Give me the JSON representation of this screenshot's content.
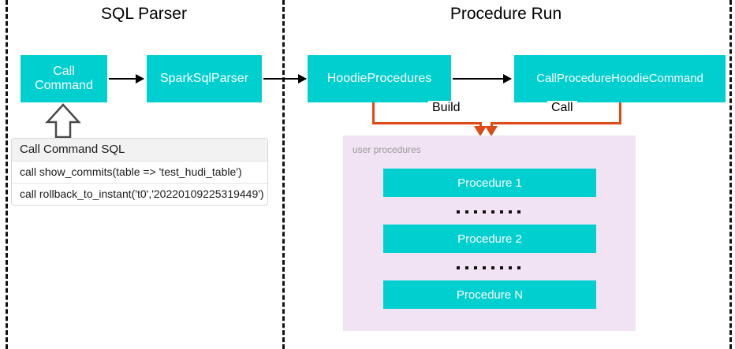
{
  "diagram": {
    "sections": [
      {
        "title": "SQL Parser"
      },
      {
        "title": "Procedure Run"
      }
    ],
    "nodes": {
      "call_command": "Call\nCommand",
      "call_command_line1": "Call",
      "call_command_line2": "Command",
      "spark_sql_parser": "SparkSqlParser",
      "hoodie_procedures": "HoodieProcedures",
      "call_procedure_hoodie_command": "CallProcedureHoodieCommand"
    },
    "edges": {
      "build_label": "Build",
      "call_label": "Call"
    },
    "sql_table": {
      "header": "Call Command SQL",
      "rows": [
        "call show_commits(table => 'test_hudi_table')",
        "call rollback_to_instant('t0','20220109225319449')"
      ]
    },
    "procedures_panel": {
      "label": "user procedures",
      "items": [
        "Procedure 1",
        "Procedure 2",
        "Procedure N"
      ],
      "ellipsis_dots": 8
    },
    "colors": {
      "node_fill": "#00CFCF",
      "node_text": "#FFFFFF",
      "panel_fill": "#F1E3F3",
      "edge_orange": "#DD4B17",
      "edge_black": "#000000",
      "divider": "#111111"
    }
  }
}
